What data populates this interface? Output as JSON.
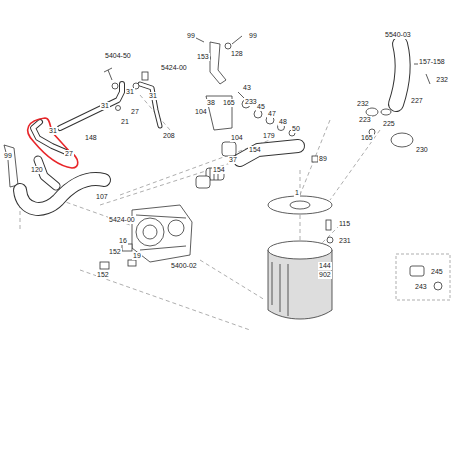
{
  "diagram": {
    "labels": [
      "5404-50",
      "31",
      "5424-00",
      "31",
      "31",
      "27",
      "21",
      "148",
      "208",
      "31",
      "27",
      "99",
      "120",
      "107",
      "99",
      "99",
      "128",
      "153",
      "43",
      "38",
      "165",
      "233",
      "45",
      "47",
      "48",
      "50",
      "104",
      "104",
      "37",
      "154",
      "179",
      "154",
      "89",
      "1",
      "5424-00",
      "16",
      "152",
      "19",
      "152",
      "5400-02",
      "5540-03",
      "157-158",
      "232",
      "232",
      "223",
      "225",
      "227",
      "165",
      "230",
      "115",
      "231",
      "144",
      "902",
      "245",
      "243"
    ]
  }
}
